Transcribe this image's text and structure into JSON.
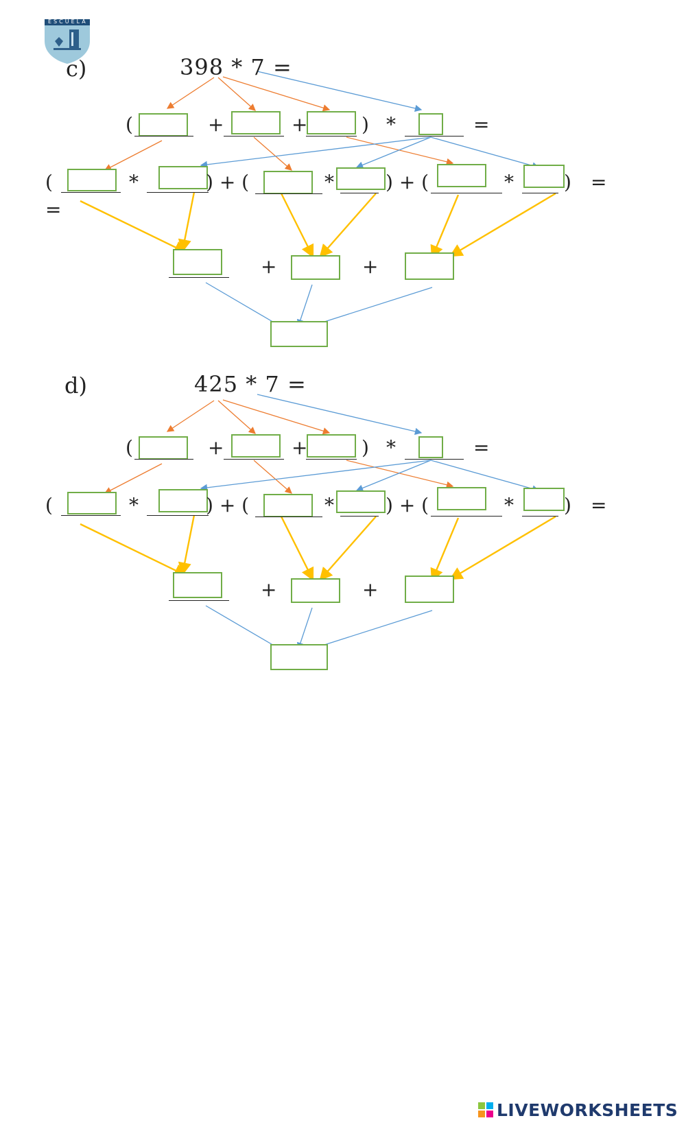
{
  "logo": {
    "text": "ESCUELA",
    "colors": {
      "shield": "#9ec9dc",
      "band": "#1f4e79"
    }
  },
  "colors": {
    "box_border": "#70ad47",
    "arrow_orange": "#ed7d31",
    "arrow_blue": "#5b9bd5",
    "arrow_yellow": "#ffc000",
    "text": "#222222"
  },
  "exercises": [
    {
      "label": "c)",
      "expression": "398 * 7 ="
    },
    {
      "label": "d)",
      "expression": "425  * 7 ="
    }
  ],
  "symbols": {
    "open_paren": "(",
    "close_paren": ")",
    "plus": "+",
    "times": "*",
    "equals": "=",
    "close_plus_open": ") + (",
    "close_paren_space": ")"
  },
  "footer": {
    "brand": "LIVEWORKSHEETS",
    "icon": "liveworksheets-logo-icon"
  }
}
